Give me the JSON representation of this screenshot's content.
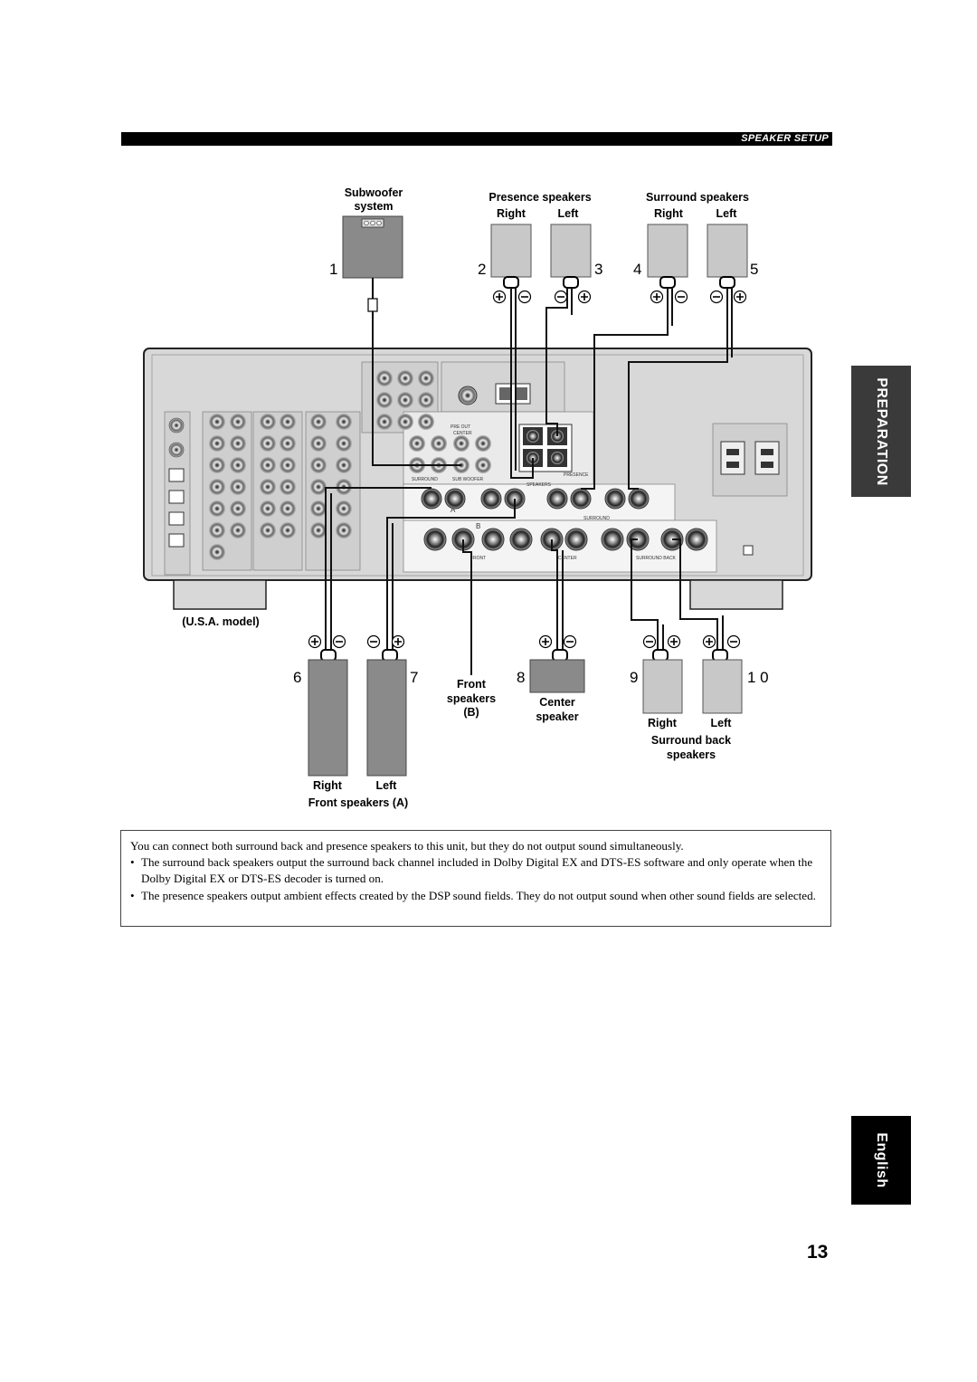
{
  "header": {
    "section_title": "SPEAKER SETUP"
  },
  "side_tabs": {
    "preparation": "PREPARATION",
    "language": "English"
  },
  "diagram": {
    "subwoofer_label_line1": "Subwoofer",
    "subwoofer_label_line2": "system",
    "presence_title": "Presence speakers",
    "presence_right": "Right",
    "presence_left": "Left",
    "surround_title": "Surround speakers",
    "surround_right": "Right",
    "surround_left": "Left",
    "model_label": "(U.S.A. model)",
    "front_b_line1": "Front",
    "front_b_line2": "speakers",
    "front_b_line3": "(B)",
    "center_line1": "Center",
    "center_line2": "speaker",
    "front_a_right": "Right",
    "front_a_left": "Left",
    "front_a_title": "Front speakers (A)",
    "sb_right": "Right",
    "sb_left": "Left",
    "sb_title_line1": "Surround back",
    "sb_title_line2": "speakers",
    "numbers": [
      "1",
      "2",
      "3",
      "4",
      "5",
      "6",
      "7",
      "8",
      "9",
      "1 0"
    ],
    "panel_labels": {
      "preout": "PRE OUT",
      "center": "CENTER",
      "surround_small": "SURROUND",
      "subwoofer_small": "SUB WOOFER",
      "presence": "PRESENCE",
      "speakers": "SPEAKERS",
      "surround": "SURROUND",
      "front": "FRONT",
      "center_term": "CENTER",
      "surround_back": "SURROUND BACK",
      "a": "A",
      "b": "B"
    }
  },
  "note": {
    "intro": "You can connect both surround back and presence speakers to this unit, but they do not output sound simultaneously.",
    "bullets": [
      "The surround back speakers output the surround back channel included in Dolby Digital EX and DTS-ES software and only operate when the Dolby Digital EX or DTS-ES decoder is turned on.",
      "The presence speakers output ambient effects created by the DSP sound fields. They do not output sound when other sound fields are selected."
    ]
  },
  "page_number": "13"
}
